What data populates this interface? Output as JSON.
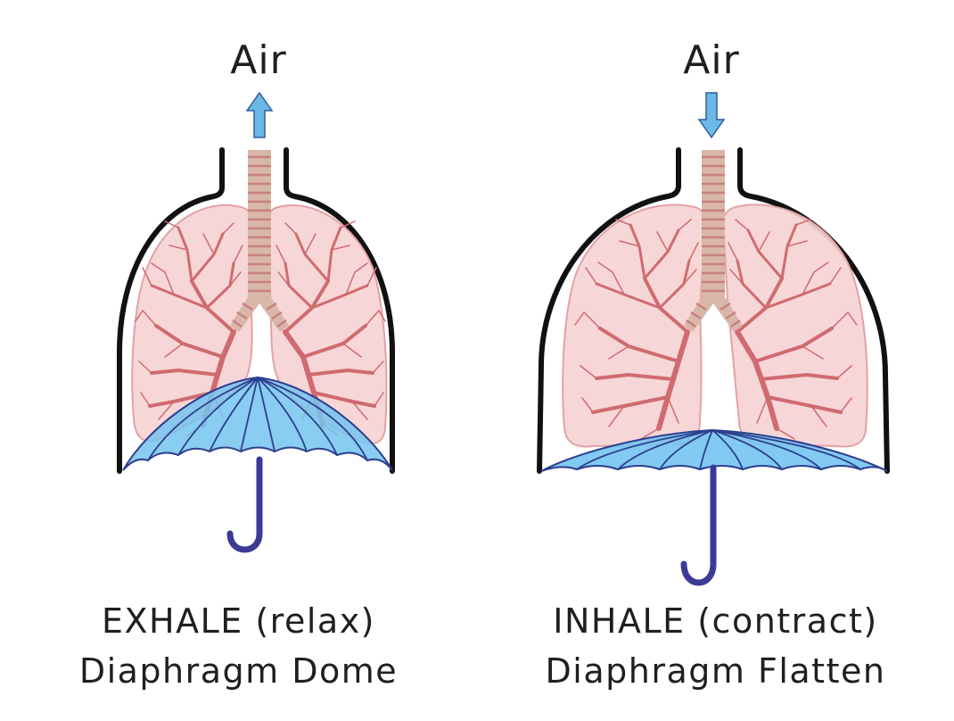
{
  "exhale": {
    "air_label": "Air",
    "title": "EXHALE (relax)",
    "subtitle": "Diaphragm Dome"
  },
  "inhale": {
    "air_label": "Air",
    "title": "INHALE (contract)",
    "subtitle": "Diaphragm Flatten"
  },
  "colors": {
    "outline": "#111111",
    "lung_fill": "#f6d3d4",
    "lung_stroke": "#e3a2a4",
    "bronchi": "#cf6b70",
    "trachea": "#d8b7a8",
    "trachea_ring": "#c78080",
    "arrow": "#6cb8e6",
    "umbrella": "#74c4ef",
    "umbrella_rib": "#2c3f8f",
    "handle": "#3d3a96"
  }
}
